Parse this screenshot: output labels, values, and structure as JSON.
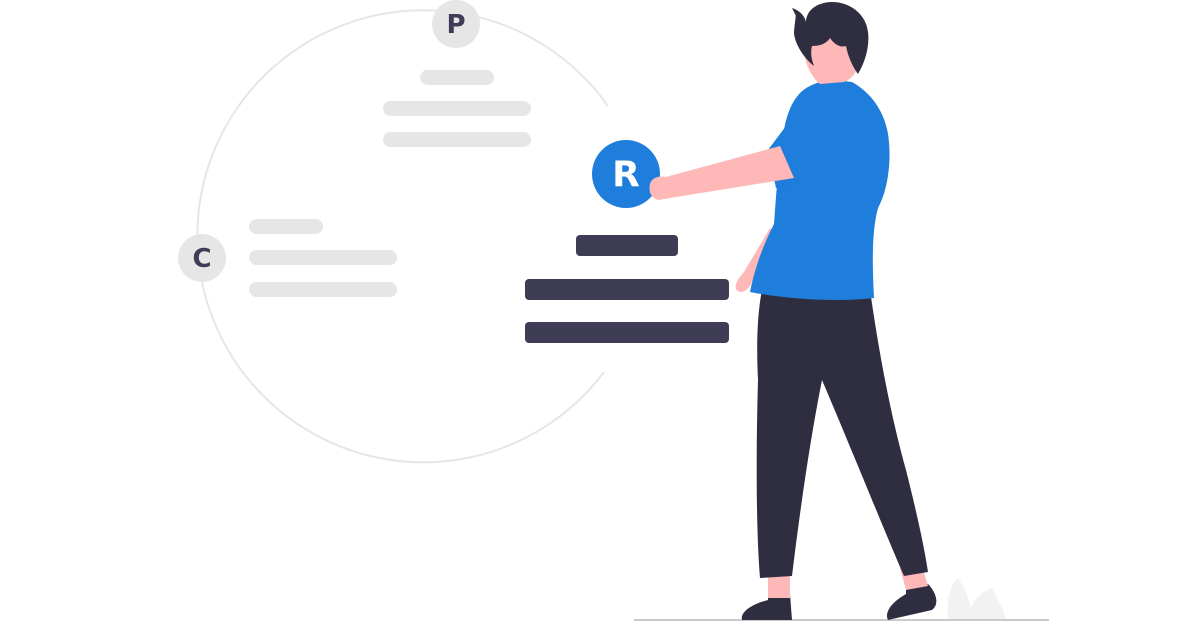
{
  "badges": {
    "p": {
      "letter": "P"
    },
    "c": {
      "letter": "C"
    },
    "r": {
      "letter": "R"
    }
  },
  "colors": {
    "accent": "#1f7ddb",
    "dark": "#3f3d56",
    "inactive_badge": "#e6e6e6",
    "placeholder_line": "#e6e6e6",
    "skin": "#ffb8b8",
    "hair": "#2f2e41",
    "pants": "#2f2e41"
  },
  "icons": {
    "person": "person-illustration-icon",
    "plant": "plant-icon"
  }
}
